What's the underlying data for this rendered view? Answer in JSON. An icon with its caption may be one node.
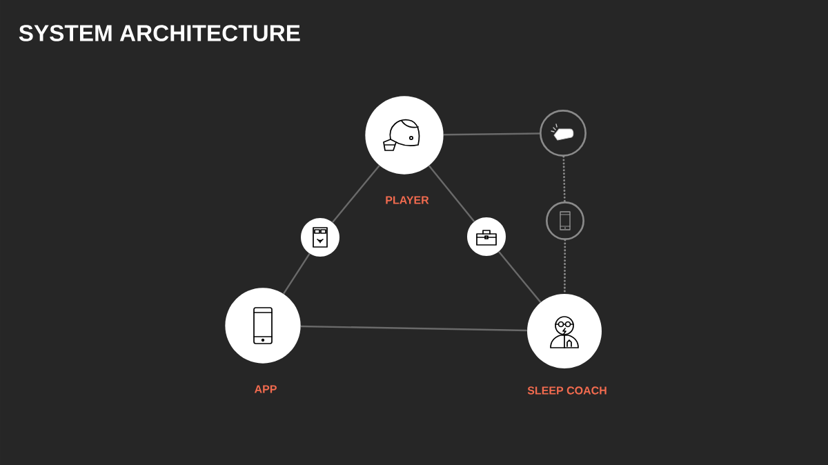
{
  "diagram": {
    "title": "SYSTEM ARCHITECTURE",
    "nodes": [
      {
        "text": [
          "PLAYER"
        ]
      },
      {
        "text": [],
        "shape": "circle"
      },
      {
        "text": [],
        "shape": "circle"
      },
      {
        "text": [],
        "shape": "circle"
      },
      {
        "text": [],
        "shape": "circle"
      },
      {
        "text": [
          "APP"
        ]
      },
      {
        "text": [
          "SLEEP COACH"
        ]
      }
    ],
    "edges": [
      {
        "from": 0,
        "to": 1,
        "arrow": "none"
      },
      {
        "from": 1,
        "to": 5,
        "arrow": "none"
      },
      {
        "from": 0,
        "to": 2,
        "arrow": "none"
      },
      {
        "from": 2,
        "to": 6,
        "arrow": "none"
      },
      {
        "from": 5,
        "to": 6,
        "arrow": "none"
      },
      {
        "from": 0,
        "to": 3,
        "arrow": "none"
      },
      {
        "from": 3,
        "to": 4,
        "arrow": "none",
        "style": "dashed"
      },
      {
        "from": 4,
        "to": 6,
        "arrow": "none",
        "style": "dashed"
      }
    ]
  }
}
